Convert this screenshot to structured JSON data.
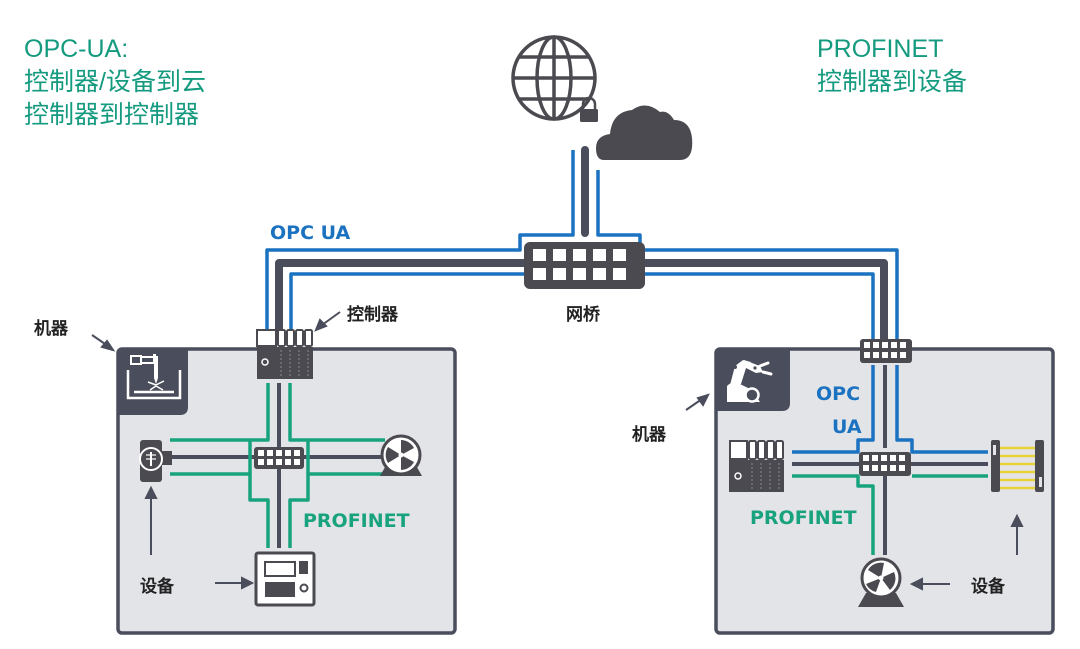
{
  "headings": {
    "left": {
      "line1": "OPC-UA:",
      "line2": "控制器/设备到云",
      "line3": "控制器到控制器"
    },
    "right": {
      "line1": "PROFINET",
      "line2": "控制器到设备"
    }
  },
  "labels": {
    "opc_ua_top": "OPC UA",
    "controller": "控制器",
    "bridge": "网桥",
    "machine_left": "机器",
    "machine_right": "机器",
    "profinet_left": "PROFINET",
    "profinet_right": "PROFINET",
    "opc_right_line1": "OPC",
    "opc_right_line2": "UA",
    "device_left": "设备",
    "device_right": "设备"
  },
  "colors": {
    "heading_green": "#149a7f",
    "opc_blue": "#1a72c0",
    "profinet_green": "#18a37e",
    "icon_dark": "#4a4a50",
    "machine_fill": "#e3e4e8",
    "machine_border": "#4a4d5c",
    "light_curtain_yellow": "#e8d23a"
  },
  "icons": [
    "globe-icon",
    "lock-icon",
    "cloud-icon",
    "bridge-switch-icon",
    "controller-plc-icon",
    "laser-machine-icon",
    "robot-arm-icon",
    "temperature-sensor-icon",
    "motor-icon",
    "hmi-panel-icon",
    "light-curtain-icon",
    "switch-icon"
  ]
}
